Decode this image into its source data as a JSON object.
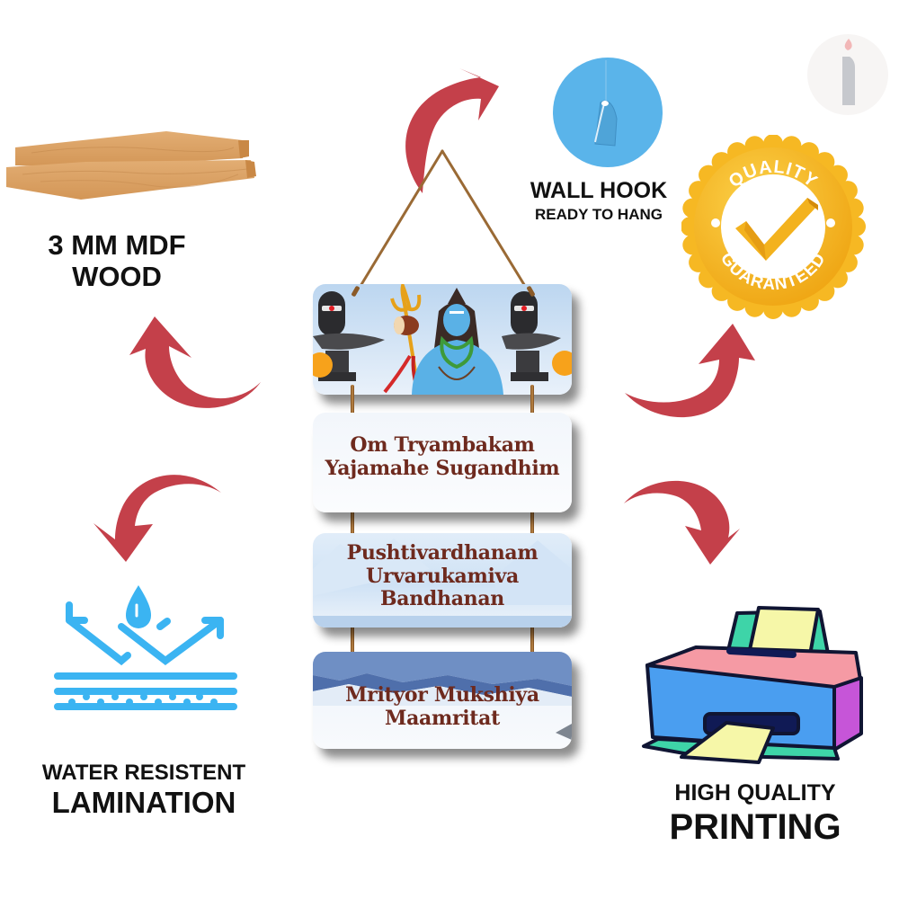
{
  "features": {
    "wood": {
      "line1": "3 MM MDF",
      "line2": "WOOD",
      "icon": "wood-planks-icon"
    },
    "hook": {
      "line1": "WALL HOOK",
      "line2": "READY TO HANG",
      "icon": "wall-hook-icon"
    },
    "quality": {
      "top_text": "QUALITY",
      "bottom_text": "GUARANTEED",
      "icon": "quality-badge-icon"
    },
    "water": {
      "line1": "WATER RESISTENT",
      "line2": "LAMINATION",
      "icon": "water-drop-icon"
    },
    "printing": {
      "line1": "HIGH QUALITY",
      "line2": "PRINTING",
      "icon": "printer-icon"
    }
  },
  "plaques": [
    {
      "type": "image",
      "subject": "Shiva with trishul, damaru and shivlings"
    },
    {
      "type": "text",
      "lines": [
        "Om Tryambakam",
        "Yajamahe Sugandhim"
      ]
    },
    {
      "type": "text",
      "lines": [
        "Pushtivardhanam",
        "Urvarukamiva",
        "Bandhanan"
      ]
    },
    {
      "type": "text",
      "lines": [
        "Mrityor Mukshiya",
        "Maamritat"
      ]
    }
  ],
  "colors": {
    "arrow": "#c4404a",
    "text_brown": "#6e2a1e",
    "hook_blue": "#5ab4ea",
    "water_blue": "#3bb4f2",
    "badge_gold": "#f5b417"
  },
  "watermark": {
    "icon": "brand-i-logo-icon"
  }
}
